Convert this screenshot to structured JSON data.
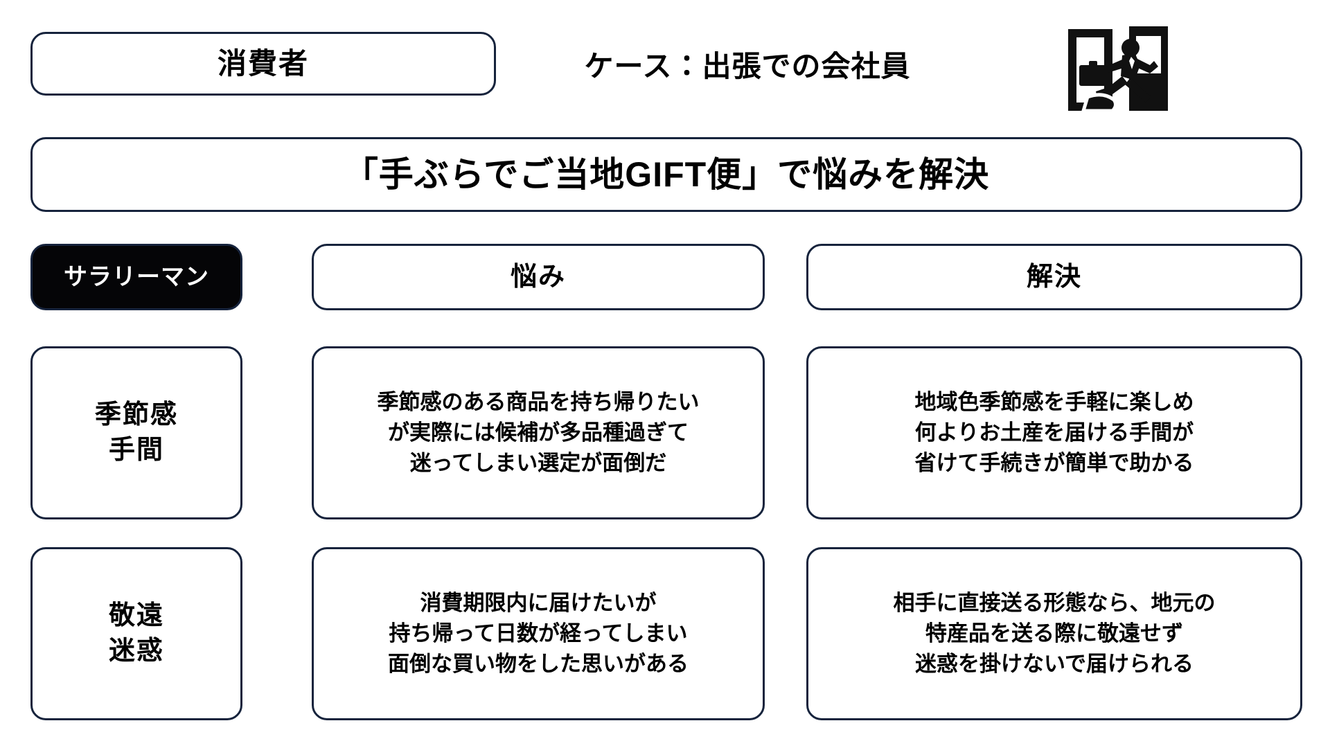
{
  "header": {
    "actor_label": "消費者",
    "case_label": "ケース：出張での会社員",
    "icon": "running-businessman-door-icon"
  },
  "title": {
    "text": "「手ぶらでご当地GIFT便」で悩みを解決"
  },
  "columns": {
    "persona": "サラリーマン",
    "problem": "悩み",
    "solution": "解決"
  },
  "rows": [
    {
      "keyword": "季節感\n手間",
      "problem": "季節感のある商品を持ち帰りたい\nが実際には候補が多品種過ぎて\n迷ってしまい選定が面倒だ",
      "solution": "地域色季節感を手軽に楽しめ\n何よりお土産を届ける手間が\n省けて手続きが簡単で助かる"
    },
    {
      "keyword": "敬遠\n迷惑",
      "problem": "消費期限内に届けたいが\n持ち帰って日数が経ってしまい\n面倒な買い物をした思いがある",
      "solution": "相手に直接送る形態なら、地元の\n特産品を送る際に敬遠せず\n迷惑を掛けないで届けられる"
    }
  ],
  "colors": {
    "border": "#16233c",
    "dark_fill": "#050507",
    "text": "#000000",
    "inverse_text": "#ffffff",
    "background": "#ffffff"
  }
}
